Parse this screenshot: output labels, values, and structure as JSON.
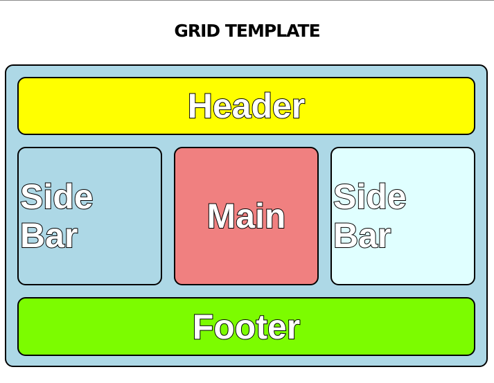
{
  "page": {
    "title": "GRID TEMPLATE"
  },
  "grid": {
    "header": {
      "label": "Header",
      "color": "#ffff00"
    },
    "sidebar_left": {
      "label": "Side\nBar",
      "color": "#add8e6"
    },
    "main": {
      "label": "Main",
      "color": "#f08080"
    },
    "sidebar_right": {
      "label": "Side\nBar",
      "color": "#e0ffff"
    },
    "footer": {
      "label": "Footer",
      "color": "#7cfc00"
    },
    "container_color": "#add8e6"
  }
}
